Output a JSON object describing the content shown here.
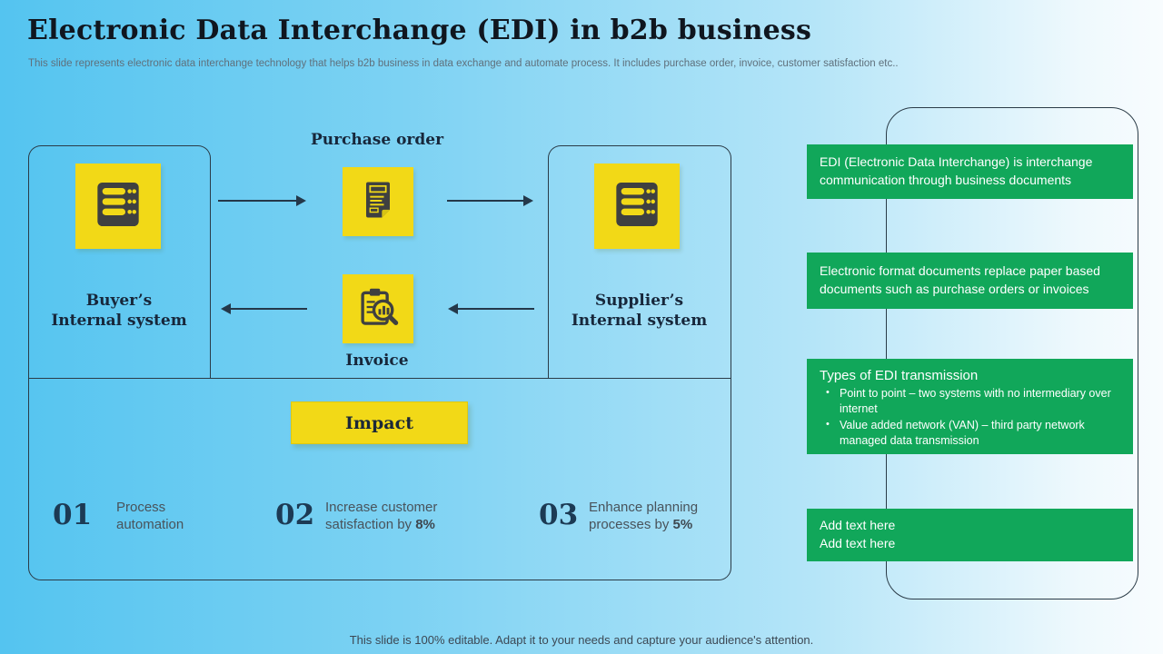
{
  "header": {
    "title": "Electronic Data Interchange (EDI) in b2b business",
    "subtitle": "This slide represents electronic data interchange technology that helps b2b business in data exchange and automate process. It includes purchase order, invoice, customer satisfaction etc.."
  },
  "diagram": {
    "purchase_order_label": "Purchase order",
    "invoice_label": "Invoice",
    "buyer_label": "Buyer’s\nInternal system",
    "supplier_label": "Supplier’s\nInternal system",
    "impact": {
      "label": "Impact",
      "items": [
        {
          "number": "01",
          "text": "Process automation",
          "bold": ""
        },
        {
          "number": "02",
          "text": "Increase customer satisfaction by ",
          "bold": "8%"
        },
        {
          "number": "03",
          "text": "Enhance planning processes by ",
          "bold": "5%"
        }
      ]
    }
  },
  "panel": {
    "notes": [
      "EDI (Electronic Data Interchange) is interchange communication through business documents",
      "Electronic format documents replace paper based documents such as purchase orders or invoices"
    ],
    "types": {
      "title": "Types of EDI transmission",
      "bullets": [
        "Point to point – two systems with no intermediary over internet",
        "Value added network (VAN) – third party network managed data transmission"
      ]
    },
    "placeholder": "Add text here\nAdd text here"
  },
  "footer": {
    "note": "This slide is 100% editable. Adapt it to your needs and capture your audience's attention."
  },
  "icons": {
    "buyer_box": "server-icon",
    "supplier_box": "server-icon",
    "purchase_order": "document-icon",
    "invoice": "invoice-magnifier-icon"
  },
  "colors": {
    "background_left": "#54C4F0",
    "background_right": "#F8FCFE",
    "accent_yellow": "#F2D917",
    "accent_green": "#11A75A",
    "border_dark": "#2A3B47",
    "navy_text": "#1C3A54",
    "icon_dark": "#3F4040",
    "arrow": "#24384A"
  }
}
